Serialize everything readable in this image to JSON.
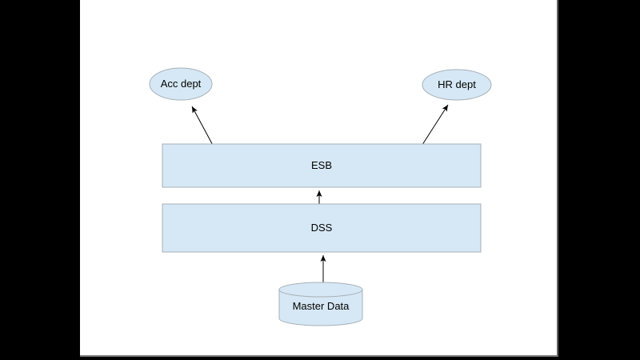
{
  "diagram": {
    "nodes": {
      "acc_dept": {
        "label": "Acc dept",
        "type": "ellipse"
      },
      "hr_dept": {
        "label": "HR dept",
        "type": "ellipse"
      },
      "esb": {
        "label": "ESB",
        "type": "rectangle"
      },
      "dss": {
        "label": "DSS",
        "type": "rectangle"
      },
      "master_data": {
        "label": "Master Data",
        "type": "database-cylinder"
      }
    },
    "edges": [
      {
        "from": "ESB",
        "to": "Acc dept"
      },
      {
        "from": "ESB",
        "to": "HR dept"
      },
      {
        "from": "DSS",
        "to": "ESB"
      },
      {
        "from": "Master Data",
        "to": "DSS"
      }
    ],
    "colors": {
      "node_fill": "#d6e8f5",
      "node_stroke": "#a6b0b8",
      "arrow": "#000000",
      "canvas_background": "#ffffff",
      "letterbox_background": "#000000"
    }
  }
}
